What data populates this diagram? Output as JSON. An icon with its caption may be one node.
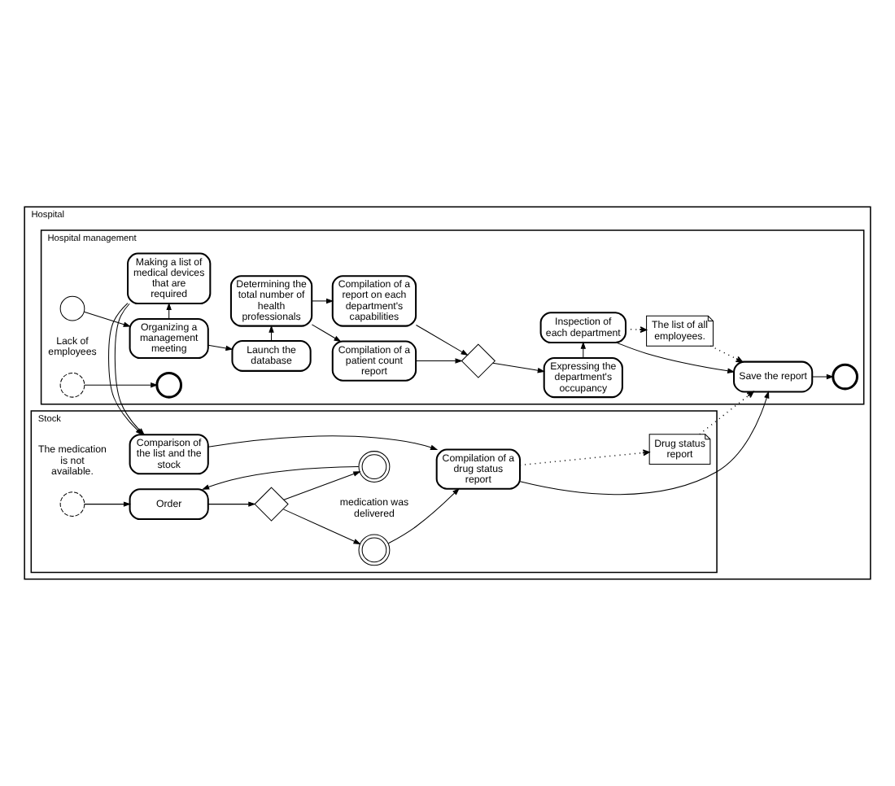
{
  "diagram": {
    "nodes": [
      {
        "text": [
          "Hospital"
        ]
      },
      {
        "text": [
          "Hospital management"
        ],
        "in": 0
      },
      {
        "text": [],
        "shape": "circle",
        "in": 1
      },
      {
        "text": [
          "Organizing a management meeting"
        ],
        "in": 1
      },
      {
        "text": [
          "Launch the database"
        ],
        "in": 1
      },
      {
        "text": [
          "Determining the total number of health professionals"
        ],
        "in": 1
      },
      {
        "text": [
          "Compilation of a patient count report"
        ],
        "in": 1
      },
      {
        "text": [
          "Compilation of a report on each department's capabilities"
        ],
        "in": 1
      },
      {
        "text": [],
        "shape": "diamond",
        "in": 1
      },
      {
        "text": [
          "Expressing the department's occupancy"
        ],
        "in": 1
      },
      {
        "text": [
          "Inspection of each department"
        ],
        "in": 1
      },
      {
        "text": [],
        "shape": "circle",
        "beside": [
          "Lack of employees"
        ],
        "in": 1
      },
      {
        "text": [],
        "shape": "circle",
        "in": 1
      },
      {
        "text": [
          "Making a list of medical devices that are required"
        ],
        "in": 1
      },
      {
        "text": [
          "Save the report"
        ],
        "in": 1
      },
      {
        "text": [],
        "shape": "circle",
        "in": 1
      },
      {
        "text": [
          "The list of all employees."
        ],
        "in": 1
      },
      {
        "text": [
          "Stock"
        ],
        "in": 0
      },
      {
        "text": [
          "Comparison of the list and the stock"
        ],
        "in": 17
      },
      {
        "text": [],
        "shape": "circle",
        "beside": [
          "The medication is not available."
        ],
        "in": 17
      },
      {
        "text": [
          "Order"
        ],
        "in": 17
      },
      {
        "text": [],
        "shape": "diamond",
        "in": 17
      },
      {
        "text": [],
        "shape": "circle",
        "beside": [
          "medication was delivered"
        ],
        "in": 17
      },
      {
        "text": [],
        "shape": "circle",
        "in": 17
      },
      {
        "text": [
          "Compilation of a drug status report"
        ],
        "in": 17
      },
      {
        "text": [
          "Drug status report"
        ],
        "in": 17
      }
    ],
    "edges": [
      {
        "from": 2,
        "to": 3,
        "arrow": "to"
      },
      {
        "from": 3,
        "to": 4,
        "arrow": "to"
      },
      {
        "from": 4,
        "to": 5,
        "arrow": "to"
      },
      {
        "from": 5,
        "to": 6,
        "arrow": "to"
      },
      {
        "from": 5,
        "to": 7,
        "arrow": "to"
      },
      {
        "from": 6,
        "to": 8,
        "arrow": "to"
      },
      {
        "from": 7,
        "to": 8,
        "arrow": "to"
      },
      {
        "from": 8,
        "to": 9,
        "arrow": "to"
      },
      {
        "from": 9,
        "to": 10,
        "arrow": "to"
      },
      {
        "from": 10,
        "to": 14,
        "arrow": "to"
      },
      {
        "from": 11,
        "to": 12,
        "arrow": "to"
      },
      {
        "from": 10,
        "to": 16,
        "arrow": "to",
        "style": "dashed"
      },
      {
        "from": 16,
        "to": 14,
        "arrow": "to",
        "style": "dashed"
      },
      {
        "from": 14,
        "to": 15,
        "arrow": "to"
      },
      {
        "from": 3,
        "to": 13,
        "arrow": "to"
      },
      {
        "from": 13,
        "to": 18,
        "arrow": "to"
      },
      {
        "from": 18,
        "to": 24,
        "arrow": "to"
      },
      {
        "from": 19,
        "to": 20,
        "arrow": "to"
      },
      {
        "from": 20,
        "to": 21,
        "arrow": "to"
      },
      {
        "from": 21,
        "to": 22,
        "arrow": "to"
      },
      {
        "from": 21,
        "to": 23,
        "arrow": "to"
      },
      {
        "from": 23,
        "to": 20,
        "arrow": "to"
      },
      {
        "from": 22,
        "to": 24,
        "arrow": "to"
      },
      {
        "from": 24,
        "to": 14,
        "arrow": "to"
      },
      {
        "from": 24,
        "to": 25,
        "arrow": "to",
        "style": "dashed"
      },
      {
        "from": 25,
        "to": 14,
        "arrow": "to",
        "style": "dashed"
      }
    ]
  }
}
